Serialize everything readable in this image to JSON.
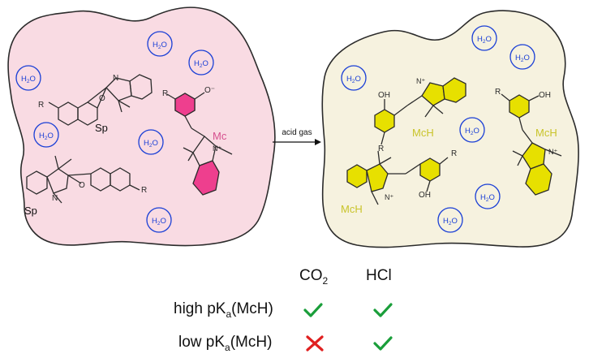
{
  "left_panel": {
    "water_label": "H2O",
    "sp_label": "Sp",
    "mc_label": "Mc",
    "r_label": "R",
    "o_minus": "O⁻",
    "n_label": "N",
    "n_plus": "N⁺",
    "fill_color": "#f9dbe3",
    "stroke_color": "#2b2b2b"
  },
  "right_panel": {
    "water_label": "H2O",
    "mch_label": "McH",
    "oh_label": "OH",
    "r_label": "R",
    "n_plus": "N⁺",
    "fill_color": "#f6f2df",
    "stroke_color": "#2b2b2b"
  },
  "arrow": {
    "label": "acid gas"
  },
  "table": {
    "col1_main": "CO",
    "col1_sub": "2",
    "col2": "HCl",
    "rows": [
      {
        "label_pre": "high pK",
        "label_sub": "a",
        "label_post": "(McH)",
        "co2": "check",
        "hcl": "check"
      },
      {
        "label_pre": "low pK",
        "label_sub": "a",
        "label_post": "(McH)",
        "co2": "cross",
        "hcl": "check"
      }
    ],
    "check_color": "#1a9e3a",
    "cross_color": "#e02020"
  },
  "colors": {
    "water_ring": "#1a3fd6",
    "mc_pink": "#ee3f8e",
    "mch_yellow": "#e7e000",
    "label_pink": "#d6508e",
    "label_yellow": "#c9c42a"
  }
}
